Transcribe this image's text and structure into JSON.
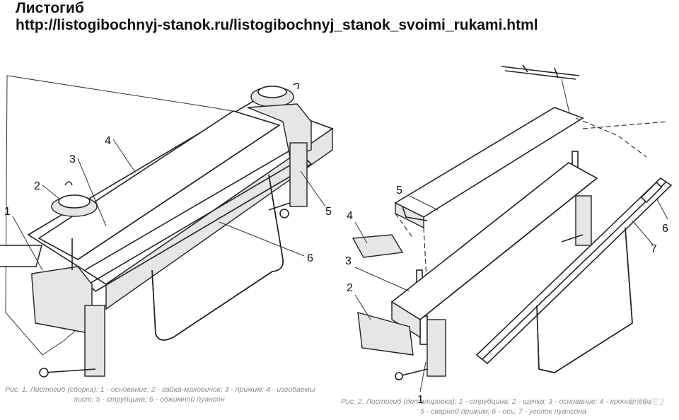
{
  "header": {
    "title": "Листогиб",
    "url": "http://listogibochnyj-stanok.ru/listogibochnyj_stanok_svoimi_rukami.html"
  },
  "figure1": {
    "labels": [
      "1",
      "2",
      "3",
      "4",
      "5",
      "6"
    ],
    "caption_line1": "Рис. 1. Листогиб (сборка): 1 - основание; 2 - гайка-маховичок; 3 - прижим; 4 - изгибаемы",
    "caption_line2": "лист; 5 - струбцина; 6 - обжимной пуансон"
  },
  "figure2": {
    "labels": [
      "1",
      "2",
      "3",
      "4",
      "5",
      "6",
      "7"
    ],
    "caption_line1": "Рис. 2. Листогиб (деталировка): 1 - струбцина; 2 - щечка; 3 - основание; 4 - кронштейн,",
    "caption_line2": "5 - сварной прижим; 6 - ось; 7 - уголок пуансона"
  },
  "watermark": "DRIVE2"
}
